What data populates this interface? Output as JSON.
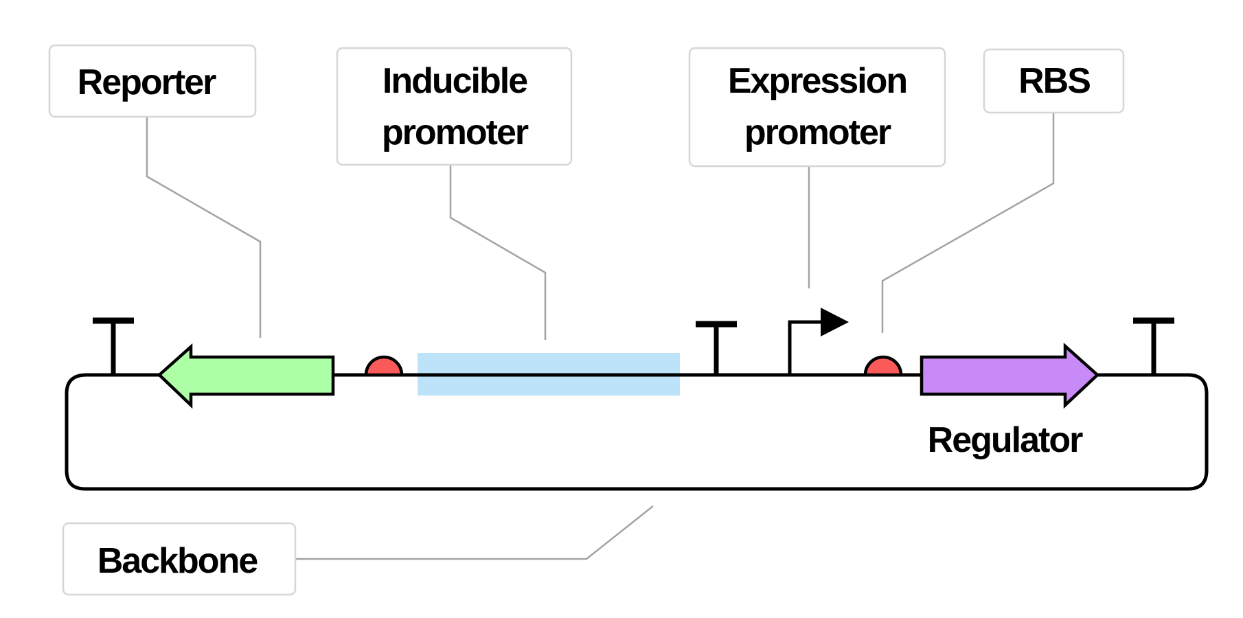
{
  "labels": {
    "reporter": "Reporter",
    "inducible_promoter_line1": "Inducible",
    "inducible_promoter_line2": "promoter",
    "expression_promoter_line1": "Expression",
    "expression_promoter_line2": "promoter",
    "rbs": "RBS",
    "backbone": "Backbone",
    "regulator": "Regulator"
  },
  "parts": [
    {
      "name": "Terminator",
      "glyph": "terminator-icon"
    },
    {
      "name": "Reporter",
      "glyph": "cds-arrow-left-icon",
      "color": "#adffa6"
    },
    {
      "name": "RBS",
      "glyph": "rbs-icon",
      "color": "#fa5a5a"
    },
    {
      "name": "Inducible promoter",
      "glyph": "highlight-region",
      "color": "#bde3fb"
    },
    {
      "name": "Terminator",
      "glyph": "terminator-icon"
    },
    {
      "name": "Expression promoter",
      "glyph": "promoter-arrow-icon"
    },
    {
      "name": "RBS",
      "glyph": "rbs-icon",
      "color": "#fa5a5a"
    },
    {
      "name": "Regulator",
      "glyph": "cds-arrow-right-icon",
      "color": "#c78af7"
    },
    {
      "name": "Terminator",
      "glyph": "terminator-icon"
    }
  ],
  "colors": {
    "background": "#ffffff",
    "callout_border": "#d6d6d6",
    "leader_line": "#a3a3a3",
    "backbone_line": "#000000"
  }
}
